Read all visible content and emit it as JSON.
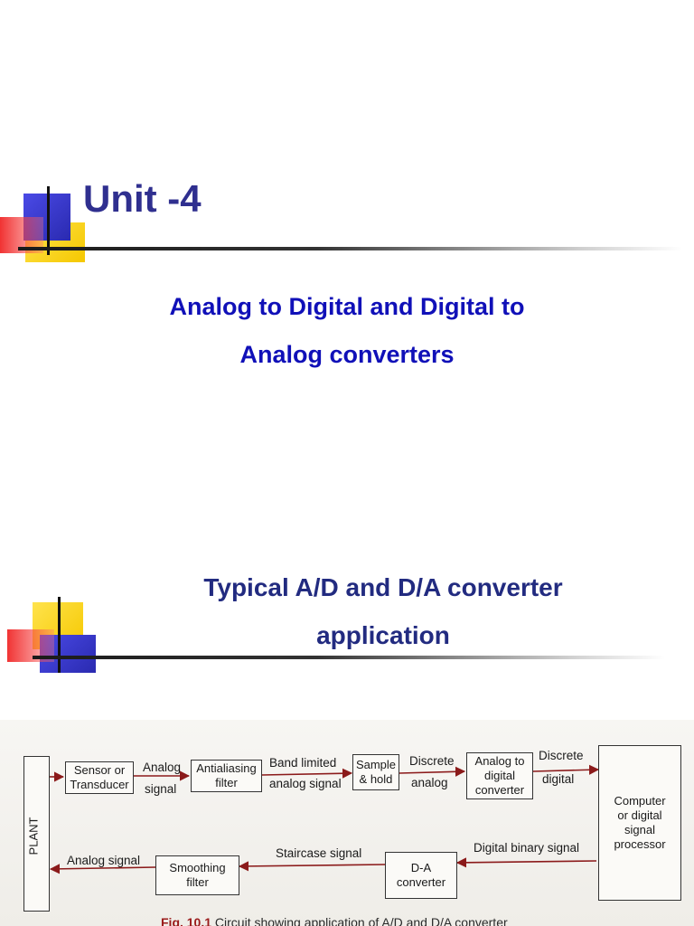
{
  "slide1": {
    "title": "Unit -4",
    "subtitle_line1": "Analog to Digital and Digital to",
    "subtitle_line2": "Analog converters"
  },
  "slide2": {
    "heading_line1": "Typical A/D and D/A converter",
    "heading_line2": "application"
  },
  "figure": {
    "plant": "PLANT",
    "sensor": [
      "Sensor or",
      "Transducer"
    ],
    "analog_signal_top": [
      "Analog",
      "signal"
    ],
    "antialiasing": [
      "Antialiasing",
      "filter"
    ],
    "band_limited": [
      "Band limited",
      "analog signal"
    ],
    "sample_hold": [
      "Sample",
      "& hold"
    ],
    "discrete_analog": [
      "Discrete",
      "analog"
    ],
    "adc": [
      "Analog to",
      "digital",
      "converter"
    ],
    "discrete_digital": [
      "Discrete",
      "digital"
    ],
    "computer": [
      "Computer",
      "or digital",
      "signal",
      "processor"
    ],
    "digital_binary": "Digital binary signal",
    "dac": [
      "D-A",
      "converter"
    ],
    "staircase": "Staircase signal",
    "smoothing": [
      "Smoothing",
      "filter"
    ],
    "analog_signal_bottom": "Analog signal",
    "caption_fig": "Fig. 10.1",
    "caption_text": "Circuit showing application of A/D and D/A converter"
  },
  "colors": {
    "title": "#2f2f8f",
    "subtitle": "#1010b8",
    "heading": "#222b80",
    "arrow": "#8b1a1a"
  }
}
